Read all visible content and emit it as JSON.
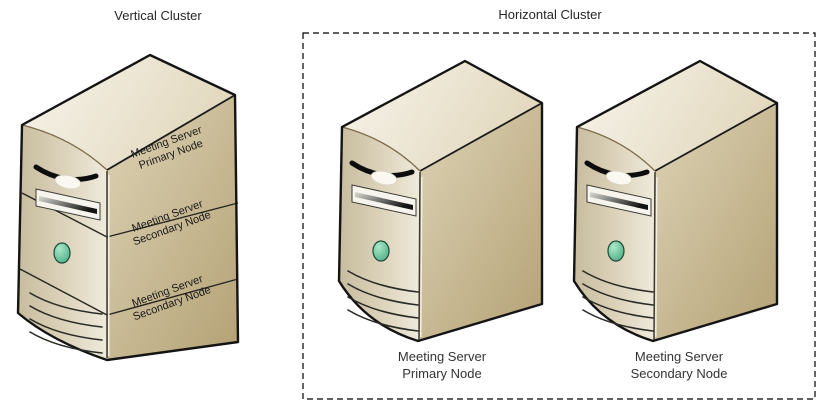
{
  "diagram": {
    "vertical_cluster": {
      "title": "Vertical Cluster",
      "server_sections": [
        {
          "line1": "Meeting Server",
          "line2": "Primary Node"
        },
        {
          "line1": "Meeting Server",
          "line2": "Secondary Node"
        },
        {
          "line1": "Meeting Server",
          "line2": "Secondary Node"
        }
      ]
    },
    "horizontal_cluster": {
      "title": "Horizontal Cluster",
      "servers": [
        {
          "caption_line1": "Meeting Server",
          "caption_line2": "Primary Node"
        },
        {
          "caption_line1": "Meeting Server",
          "caption_line2": "Secondary Node"
        }
      ]
    },
    "colors": {
      "outline": "#141414",
      "top_face": "#F0ECDF",
      "front_face": "#DCD3BB",
      "side_face": "#C9B98F",
      "power_button": "#5FC49A",
      "dashed_border": "#000000",
      "text": "#262626"
    }
  }
}
